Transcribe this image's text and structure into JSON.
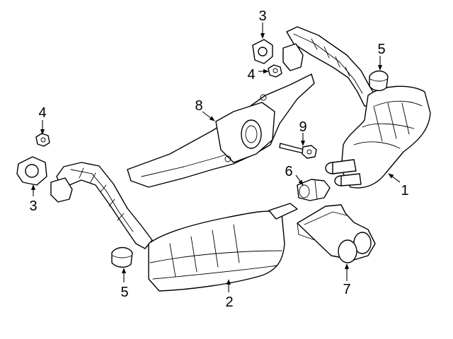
{
  "diagram": {
    "background_color": "#ffffff",
    "line_color": "#000000",
    "callouts": [
      {
        "id": "c1",
        "label": "1"
      },
      {
        "id": "c2",
        "label": "2"
      },
      {
        "id": "c3a",
        "label": "3"
      },
      {
        "id": "c3b",
        "label": "3"
      },
      {
        "id": "c4a",
        "label": "4"
      },
      {
        "id": "c4b",
        "label": "4"
      },
      {
        "id": "c5a",
        "label": "5"
      },
      {
        "id": "c5b",
        "label": "5"
      },
      {
        "id": "c6",
        "label": "6"
      },
      {
        "id": "c7",
        "label": "7"
      },
      {
        "id": "c8",
        "label": "8"
      },
      {
        "id": "c9",
        "label": "9"
      }
    ]
  }
}
